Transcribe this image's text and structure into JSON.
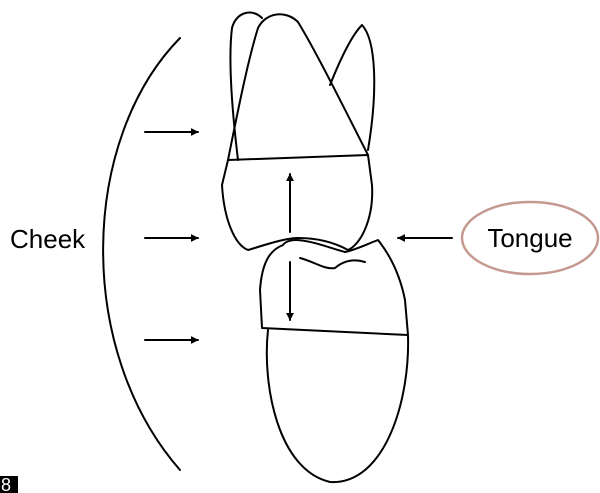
{
  "labels": {
    "cheek": "Cheek",
    "tongue": "Tongue",
    "figure_number": "8"
  },
  "colors": {
    "line": "#000000",
    "tongue_oval": "#c4998f",
    "figure_badge": "#000000"
  }
}
